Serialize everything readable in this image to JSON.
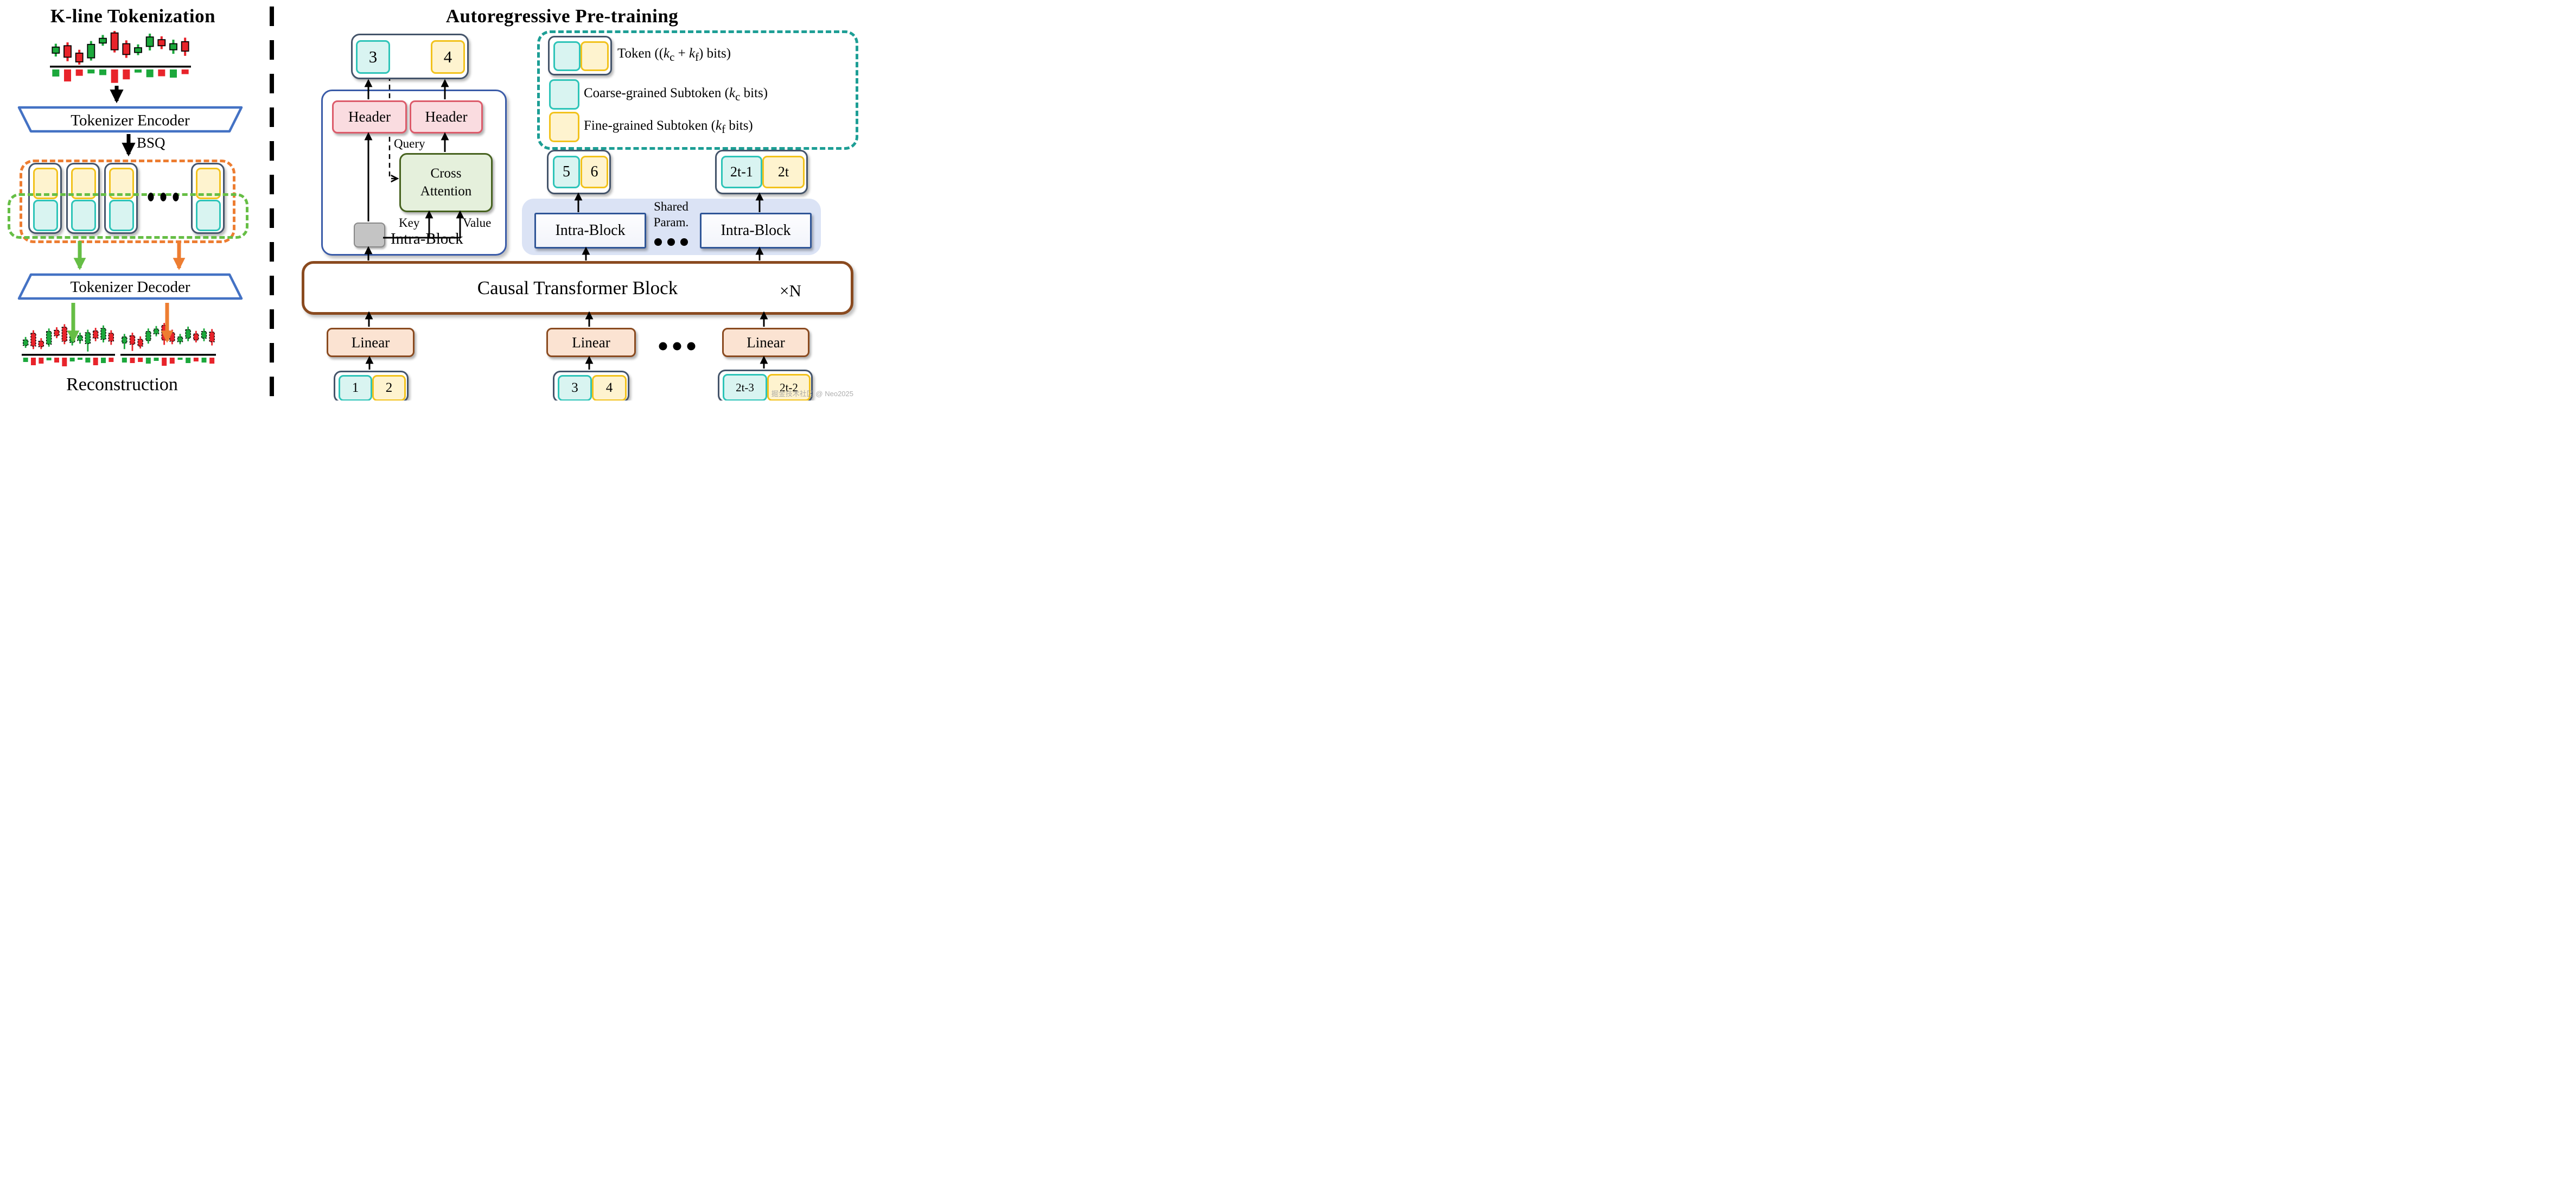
{
  "left": {
    "title": "K-line Tokenization",
    "encoder": "Tokenizer Encoder",
    "bsq": "BSQ",
    "decoder": "Tokenizer Decoder",
    "reconstruction": "Reconstruction",
    "charts": {
      "main": {
        "type": "candlestick",
        "candles": [
          [
            "g",
            48,
            66,
            38,
            76
          ],
          [
            "r",
            44,
            78,
            34,
            90
          ],
          [
            "r",
            66,
            92,
            56,
            100
          ],
          [
            "g",
            40,
            80,
            30,
            88
          ],
          [
            "g",
            22,
            36,
            12,
            44
          ],
          [
            "r",
            6,
            56,
            0,
            64
          ],
          [
            "r",
            38,
            70,
            28,
            80
          ],
          [
            "g",
            50,
            64,
            40,
            72
          ],
          [
            "g",
            18,
            46,
            8,
            58
          ],
          [
            "r",
            26,
            44,
            16,
            54
          ],
          [
            "g",
            38,
            56,
            26,
            68
          ],
          [
            "r",
            32,
            60,
            20,
            74
          ]
        ],
        "volumes": [
          [
            "g",
            50
          ],
          [
            "r",
            85
          ],
          [
            "r",
            45
          ],
          [
            "g",
            28
          ],
          [
            "g",
            40
          ],
          [
            "r",
            95
          ],
          [
            "r",
            70
          ],
          [
            "g",
            22
          ],
          [
            "g",
            55
          ],
          [
            "r",
            48
          ],
          [
            "g",
            58
          ],
          [
            "r",
            33
          ]
        ]
      },
      "recon_left": {
        "type": "candlestick",
        "candles": [
          [
            "g",
            58,
            76,
            48,
            84
          ],
          [
            "r",
            36,
            78,
            26,
            88
          ],
          [
            "r",
            62,
            80,
            52,
            88
          ],
          [
            "g",
            30,
            72,
            20,
            80
          ],
          [
            "r",
            26,
            44,
            16,
            52
          ],
          [
            "r",
            16,
            62,
            6,
            72
          ],
          [
            "g",
            38,
            66,
            28,
            76
          ],
          [
            "g",
            44,
            60,
            34,
            70
          ],
          [
            "g",
            34,
            70,
            24,
            96
          ],
          [
            "r",
            28,
            52,
            18,
            62
          ],
          [
            "g",
            20,
            56,
            10,
            66
          ],
          [
            "r",
            36,
            62,
            26,
            74
          ]
        ],
        "volumes": [
          [
            "g",
            40
          ],
          [
            "r",
            70
          ],
          [
            "r",
            55
          ],
          [
            "g",
            25
          ],
          [
            "r",
            45
          ],
          [
            "r",
            80
          ],
          [
            "g",
            35
          ],
          [
            "g",
            20
          ],
          [
            "g",
            45
          ],
          [
            "r",
            70
          ],
          [
            "g",
            50
          ],
          [
            "r",
            40
          ]
        ]
      },
      "recon_right": {
        "type": "candlestick",
        "candles": [
          [
            "g",
            48,
            68,
            38,
            88
          ],
          [
            "r",
            44,
            72,
            34,
            94
          ],
          [
            "r",
            56,
            78,
            46,
            86
          ],
          [
            "g",
            30,
            60,
            20,
            70
          ],
          [
            "g",
            22,
            38,
            12,
            46
          ],
          [
            "r",
            10,
            58,
            2,
            74
          ],
          [
            "r",
            34,
            62,
            24,
            72
          ],
          [
            "g",
            48,
            64,
            38,
            72
          ],
          [
            "g",
            24,
            52,
            14,
            62
          ],
          [
            "r",
            38,
            58,
            28,
            66
          ],
          [
            "g",
            30,
            52,
            20,
            62
          ],
          [
            "r",
            32,
            64,
            22,
            76
          ]
        ],
        "volumes": [
          [
            "g",
            45
          ],
          [
            "r",
            50
          ],
          [
            "r",
            40
          ],
          [
            "g",
            55
          ],
          [
            "g",
            30
          ],
          [
            "r",
            75
          ],
          [
            "r",
            55
          ],
          [
            "g",
            20
          ],
          [
            "g",
            50
          ],
          [
            "r",
            35
          ],
          [
            "g",
            45
          ],
          [
            "r",
            55
          ]
        ]
      }
    }
  },
  "right": {
    "title": "Autoregressive Pre-training",
    "out_token": {
      "c": "3",
      "f": "4"
    },
    "headers": [
      "Header",
      "Header"
    ],
    "query": "Query",
    "key": "Key",
    "value": "Value",
    "cross_attention": [
      "Cross",
      "Attention"
    ],
    "intra_block": "Intra-Block",
    "legend": {
      "token": "Token ((k_c + k_f) bits)",
      "coarse": "Coarse-grained Subtoken (k_c bits)",
      "fine": "Fine-grained Subtoken (k_f bits)"
    },
    "mid_tokens": [
      {
        "c": "5",
        "f": "6"
      },
      {
        "c": "2t-1",
        "f": "2t"
      }
    ],
    "shared_param": [
      "Shared",
      "Param."
    ],
    "intra_blocks": [
      "Intra-Block",
      "Intra-Block"
    ],
    "ctb": "Causal Transformer Block",
    "ctb_times": "×N",
    "linears": [
      "Linear",
      "Linear",
      "Linear"
    ],
    "input_tokens": [
      {
        "c": "1",
        "f": "2"
      },
      {
        "c": "3",
        "f": "4"
      },
      {
        "c": "2t-3",
        "f": "2t-2"
      }
    ]
  },
  "watermark": "掘金技术社区 @ Neo2025",
  "colors": {
    "candle_green": "#1CA83C",
    "candle_red": "#E8242B",
    "blue": "#4472C4",
    "slate": "#44546A",
    "cyan_fill": "#D9F4F1",
    "cyan_border": "#2EC4B8",
    "yellow_fill": "#FEF3CF",
    "yellow_border": "#F2C21C",
    "orange": "#ED7D31",
    "green": "#66BE45",
    "pink_fill": "#FADCE0",
    "pink_border": "#DC5B6A",
    "ca_fill": "#E5F0DC",
    "ca_border": "#46621F",
    "brown": "#8A4A1F",
    "linear_fill": "#FBE3D2",
    "lavender": "#DBE3F5",
    "teal": "#1D9E95",
    "intra_border": "#2F5597"
  }
}
